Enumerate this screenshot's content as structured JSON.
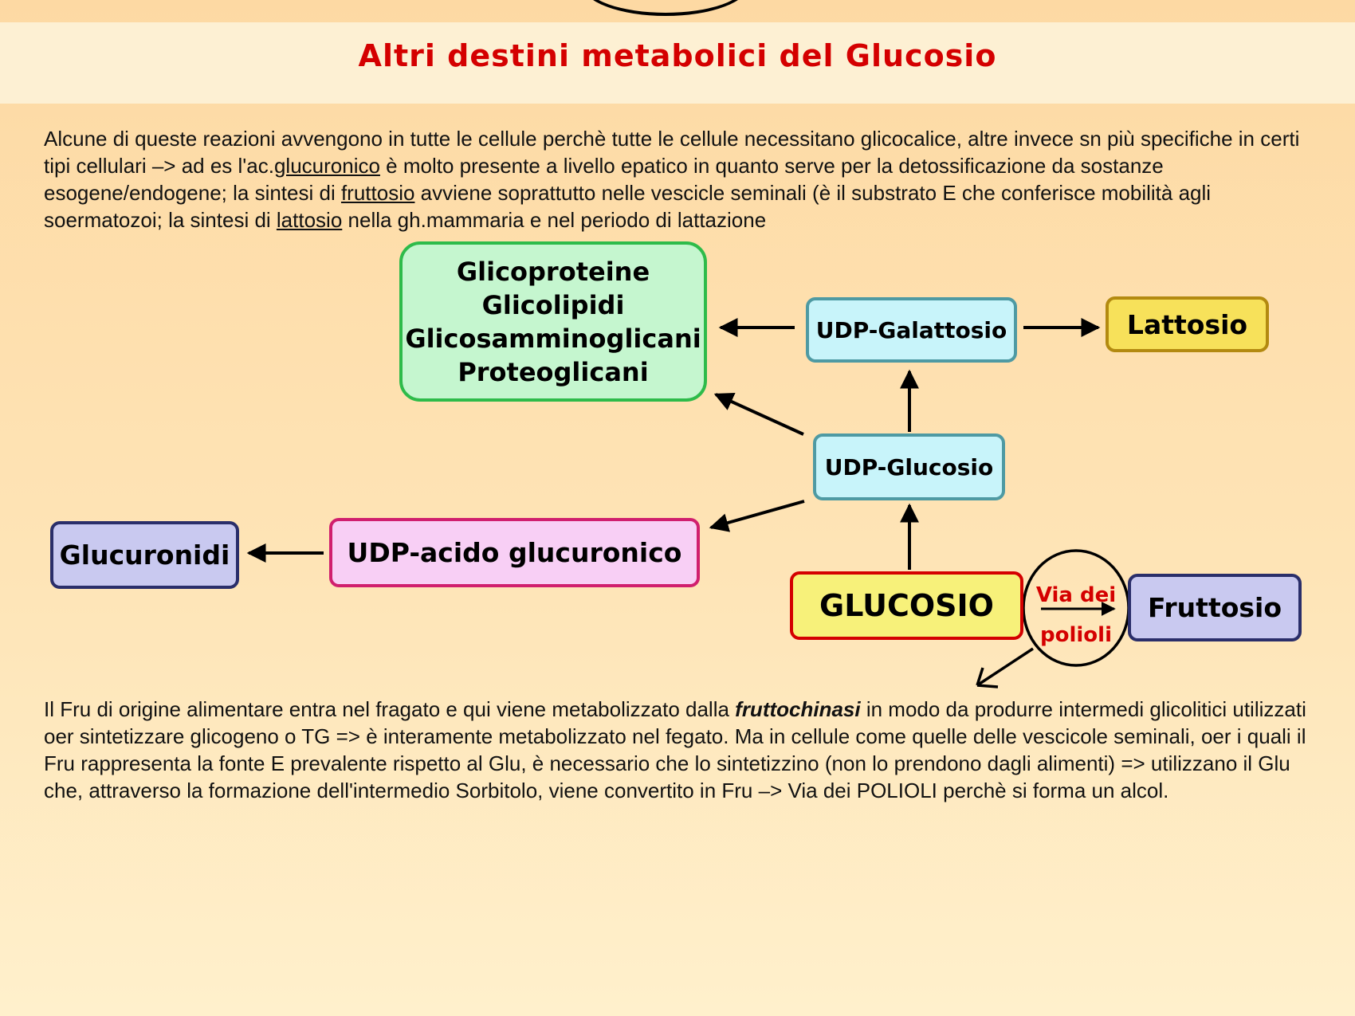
{
  "title": "Altri destini metabolici del Glucosio",
  "intro": {
    "t1": "Alcune di queste reazioni avvengono in tutte le cellule perchè tutte le cellule necessitano glicocalice, altre invece sn più specifiche in certi tipi cellulari –> ad es l'ac.",
    "u1": "glucuronico",
    "t2": " è molto presente a livello epatico in quanto serve per la detossificazione da sostanze esogene/endogene; la sintesi di ",
    "u2": "fruttosio",
    "t3": " avviene soprattutto nelle vescicle seminali (è il substrato E che conferisce mobilità agli soermatozoi; la sintesi di ",
    "u3": "lattosio",
    "t4": " nella gh.mammaria e nel periodo di lattazione"
  },
  "nodes": {
    "glyco": [
      "Glicoproteine",
      "Glicolipidi",
      "Glicosamminoglicani",
      "Proteoglicani"
    ],
    "udp_galattosio": "UDP-Galattosio",
    "lattosio": "Lattosio",
    "udp_glucosio": "UDP-Glucosio",
    "glucuronidi": "Glucuronidi",
    "udp_acido": "UDP-acido glucuronico",
    "glucosio": "GLUCOSIO",
    "fruttosio": "Fruttosio",
    "via_polioli": [
      "Via dei",
      "polioli"
    ]
  },
  "outro": {
    "t1": " Il Fru di origine alimentare entra nel fragato e qui viene metabolizzato dalla ",
    "b1": "fruttochinasi",
    "t2": " in modo da produrre intermedi glicolitici utilizzati oer sintetizzare glicogeno o TG => è interamente metabolizzato nel fegato. Ma in cellule come quelle delle vescicole seminali, oer i quali il Fru rappresenta la fonte E prevalente rispetto al Glu, è necessario che lo sintetizzino (non lo prendono dagli alimenti) => utilizzano il Glu che, attraverso la formazione dell'intermedio Sorbitolo, viene convertito in Fru –> Via dei POLIOLI perchè si forma un alcol."
  },
  "colors": {
    "title": "#d40000",
    "green_box": "#2ebb4a",
    "cyan_box": "#4e9aa3",
    "yellow_box": "#f7e15a",
    "purple_box": "#c9c9f0",
    "pink_box": "#d01f6e",
    "red_box": "#d40000"
  }
}
